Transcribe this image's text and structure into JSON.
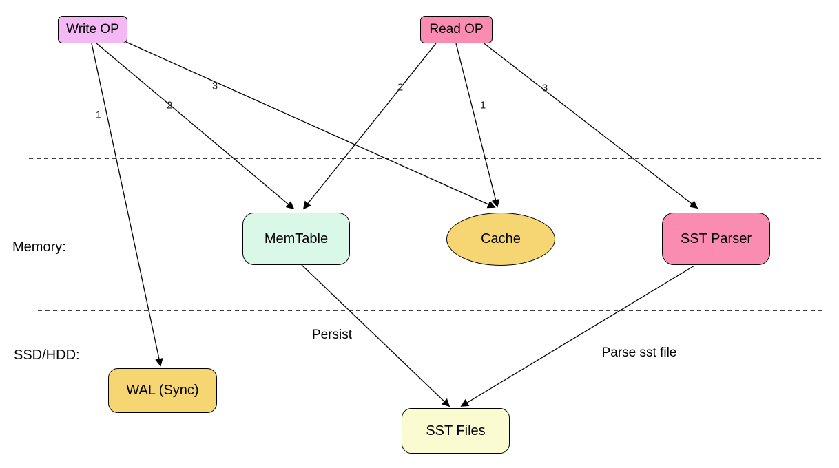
{
  "diagram": {
    "nodes": {
      "write_op": {
        "label": "Write OP",
        "fill": "#f4b8f4",
        "shape": "rounded-rect"
      },
      "read_op": {
        "label": "Read OP",
        "fill": "#f98cb0",
        "shape": "rounded-rect"
      },
      "memtable": {
        "label": "MemTable",
        "fill": "#d9f8e8",
        "shape": "rounded-rect"
      },
      "cache": {
        "label": "Cache",
        "fill": "#f6d573",
        "shape": "ellipse"
      },
      "sst_parser": {
        "label": "SST Parser",
        "fill": "#f98cb0",
        "shape": "rounded-rect"
      },
      "wal": {
        "label": "WAL (Sync)",
        "fill": "#f6d573",
        "shape": "rounded-rect"
      },
      "sst_files": {
        "label": "SST Files",
        "fill": "#fafbd0",
        "shape": "rounded-rect"
      }
    },
    "edges": [
      {
        "from": "write_op",
        "to": "wal",
        "label": "1"
      },
      {
        "from": "write_op",
        "to": "memtable",
        "label": "2"
      },
      {
        "from": "write_op",
        "to": "cache",
        "label": "3"
      },
      {
        "from": "read_op",
        "to": "memtable",
        "label": "2"
      },
      {
        "from": "read_op",
        "to": "cache",
        "label": "1"
      },
      {
        "from": "read_op",
        "to": "sst_parser",
        "label": "3"
      },
      {
        "from": "memtable",
        "to": "sst_files",
        "label": "Persist"
      },
      {
        "from": "sst_parser",
        "to": "sst_files",
        "label": "Parse sst file"
      }
    ],
    "regions": {
      "memory": "Memory:",
      "storage": "SSD/HDD:"
    },
    "colors": {
      "node_border": "#000000",
      "edge_stroke": "#000000",
      "separator_stroke": "#404040",
      "background": "#ffffff"
    }
  }
}
